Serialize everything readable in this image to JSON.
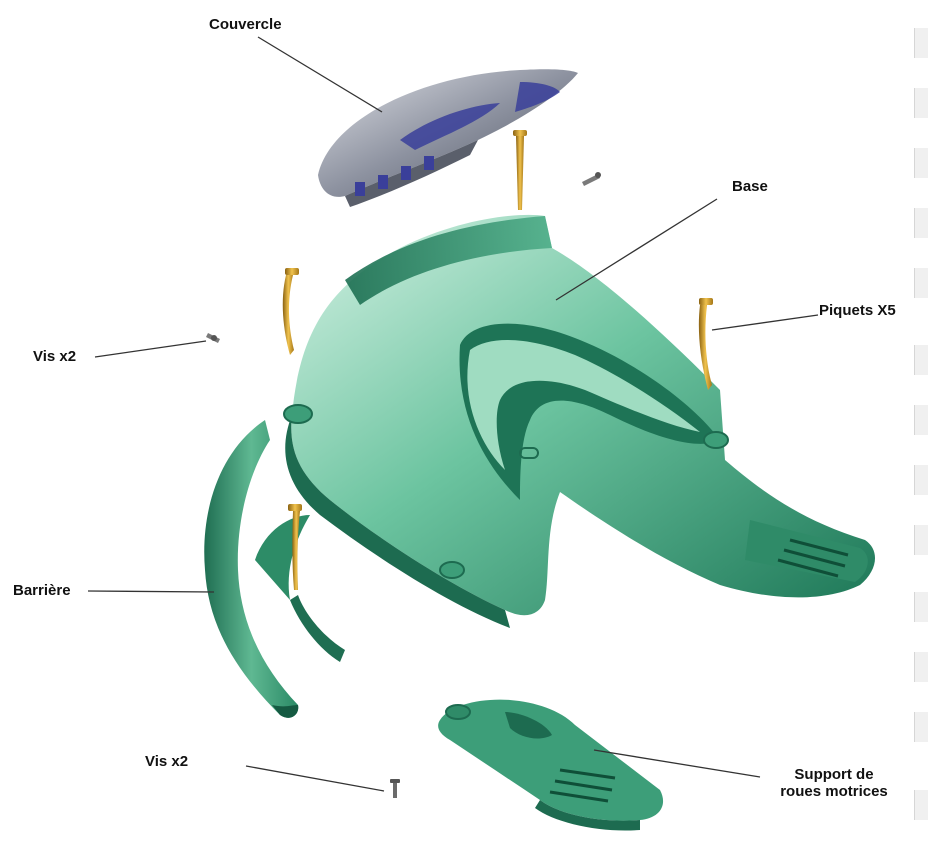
{
  "labels": {
    "couvercle": "Couvercle",
    "base": "Base",
    "piquets": "Piquets X5",
    "vis_top": "Vis x2",
    "barriere": "Barrière",
    "vis_bottom": "Vis x2",
    "support_line1": "Support de",
    "support_line2": "roues motrices"
  },
  "colors": {
    "green_dark": "#1f7a5b",
    "green_mid": "#3a9c78",
    "green_light": "#bfe8d6",
    "cover_grey": "#6f7480",
    "cover_light": "#c9ccd4",
    "cover_blue": "#3a3f9a",
    "peg_gold": "#c99a2e",
    "leader_line": "#333333"
  }
}
